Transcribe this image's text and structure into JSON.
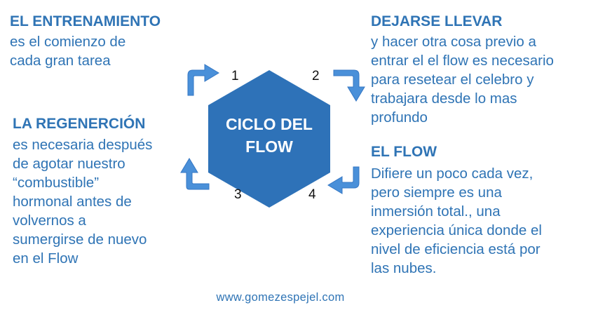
{
  "colors": {
    "accent": "#2f74b5",
    "arrow": "#4a90d9",
    "hexagon": "#2e72b8"
  },
  "blocks": {
    "training": {
      "heading": "EL ENTRENAMIENTO",
      "lines": [
        "es el comienzo de",
        "cada gran tarea"
      ]
    },
    "let_go": {
      "heading": "DEJARSE LLEVAR",
      "lines": [
        "y hacer otra cosa previo a",
        "entrar el el flow es necesario",
        "para resetear el celebro y",
        "trabajara desde lo mas",
        "profundo"
      ]
    },
    "regeneration": {
      "heading": "LA REGENERCIÓN",
      "lines": [
        "es necesaria después",
        "de agotar nuestro",
        "“combustible”",
        "hormonal antes de",
        "volvernos a",
        "sumergirse de nuevo",
        "en el Flow"
      ]
    },
    "flow": {
      "heading": "EL FLOW",
      "lines": [
        "Difiere un poco cada vez,",
        "pero siempre es una",
        "inmersión total., una",
        "experiencia única donde el",
        "nivel de eficiencia está por",
        "las nubes."
      ]
    }
  },
  "cycle": {
    "center_line1": "CICLO DEL",
    "center_line2": "FLOW",
    "steps": [
      "1",
      "2",
      "3",
      "4"
    ]
  },
  "footer": "www.gomezespejel.com"
}
